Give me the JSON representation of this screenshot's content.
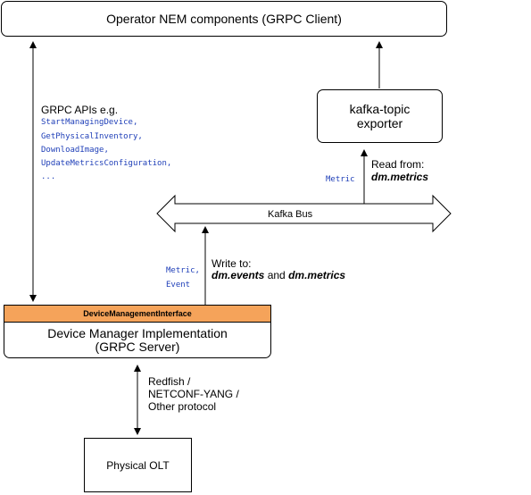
{
  "nodes": {
    "nem_client": "Operator NEM components (GRPC Client)",
    "exporter_line1": "kafka-topic",
    "exporter_line2": "exporter",
    "kafka_bus": "Kafka Bus",
    "dmi_header": "DeviceManagementInterface",
    "dm_impl_line1": "Device Manager Implementation",
    "dm_impl_line2": "(GRPC Server)",
    "olt": "Physical OLT"
  },
  "labels": {
    "grpc_apis_title": "GRPC APIs e.g.",
    "grpc_apis": [
      "StartManagingDevice,",
      "GetPhysicalInventory,",
      "DownloadImage,",
      "UpdateMetricsConfiguration,",
      "..."
    ],
    "read_from": "Read from:",
    "read_topic": "dm.metrics",
    "metric_small": "Metric",
    "write_to": "Write to:",
    "write_topic1": "dm.events",
    "write_and": "and",
    "write_topic2": "dm.metrics",
    "metric_event_1": "Metric,",
    "metric_event_2": "Event",
    "protocol_1": "Redfish /",
    "protocol_2": "NETCONF-YANG /",
    "protocol_3": "Other protocol"
  },
  "colors": {
    "dmi_header_fill": "#f5a35a",
    "mono_text": "#1f3fb8",
    "stroke": "#000000"
  }
}
